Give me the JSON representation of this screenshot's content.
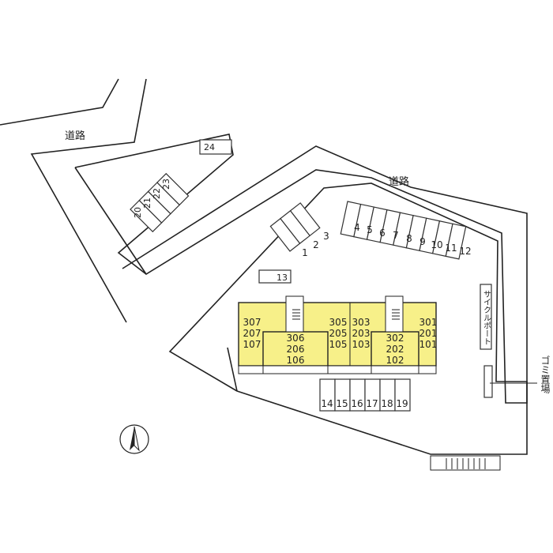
{
  "roads": [
    "道路",
    "道路"
  ],
  "parking_top": [
    "1",
    "2",
    "3"
  ],
  "parking_row": [
    "4",
    "5",
    "6",
    "7",
    "8",
    "9",
    "10",
    "11",
    "12"
  ],
  "parking_misc": {
    "p13": "13",
    "p24": "24"
  },
  "parking_left": [
    "20",
    "21",
    "22",
    "23"
  ],
  "parking_bottom": [
    "14",
    "15",
    "16",
    "17",
    "18",
    "19"
  ],
  "units": {
    "a": [
      "307",
      "207",
      "107"
    ],
    "b": [
      "306",
      "206",
      "106"
    ],
    "c": [
      "305",
      "205",
      "105"
    ],
    "d": [
      "303",
      "203",
      "103"
    ],
    "e": [
      "302",
      "202",
      "102"
    ],
    "f": [
      "301",
      "201",
      "101"
    ]
  },
  "cycle_port": "サイクルポート",
  "garbage": "ゴミ置場",
  "compass": "N"
}
